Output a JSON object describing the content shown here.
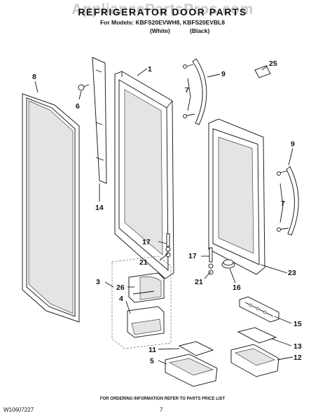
{
  "header": {
    "watermark": "AppliancePartsPros.com",
    "title": "REFRIGERATOR DOOR PARTS",
    "models_line": "For Models: KBFS20EVWH8, KBFS20EVBL8",
    "variant_white": "(White)",
    "variant_black": "(Black)"
  },
  "callouts": [
    "1",
    "4",
    "5",
    "6",
    "7",
    "7",
    "8",
    "9",
    "9",
    "11",
    "12",
    "13",
    "14",
    "15",
    "16",
    "17",
    "17",
    "21",
    "21",
    "23",
    "25",
    "26",
    "3"
  ],
  "footer": {
    "ordering_note": "FOR ORDERING INFORMATION REFER TO PARTS PRICE LIST",
    "doc_number": "W10607227",
    "page_number": "7"
  }
}
